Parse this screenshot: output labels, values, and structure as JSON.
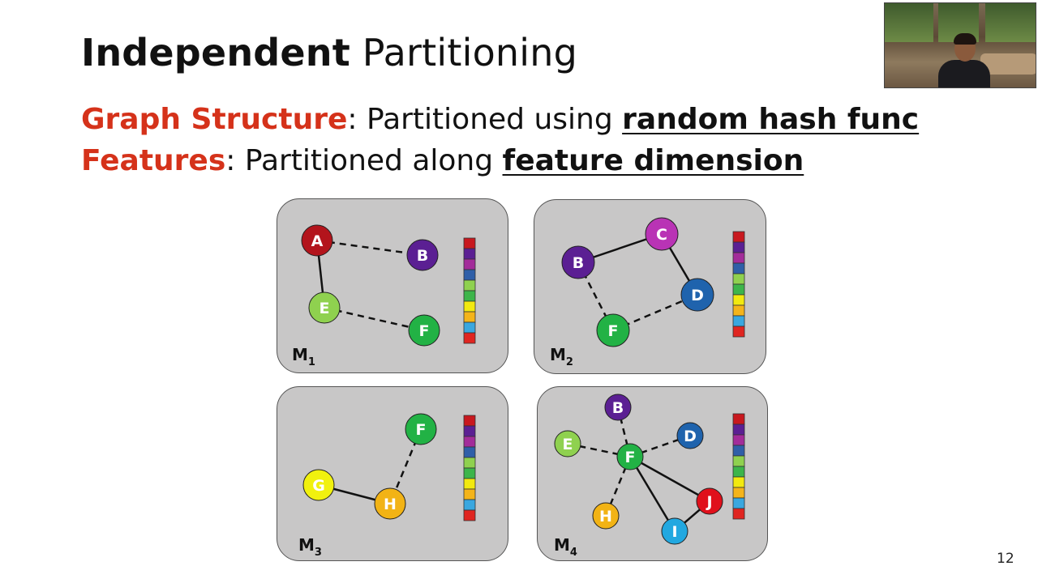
{
  "slide": {
    "title_bold": "Independent",
    "title_rest": " Partitioning",
    "line1": {
      "label": "Graph Structure",
      "text": ": Partitioned using ",
      "emph": "random hash func"
    },
    "line2": {
      "label": "Features",
      "text": ": Partitioned along ",
      "emph": "feature dimension"
    },
    "page_number": "12"
  },
  "colors": {
    "accent_red": "#d5321a",
    "panel_bg": "#c8c7c7",
    "nodes": {
      "A": "#b3141c",
      "B": "#5b1f93",
      "C": "#b933b5",
      "D": "#1f63ad",
      "E": "#8fd14f",
      "F": "#22b245",
      "G": "#f1f10e",
      "H": "#f2b315",
      "I": "#22a8e0",
      "J": "#e0101b"
    },
    "feature_bar": [
      "#c8181e",
      "#5b1f93",
      "#a32c9a",
      "#2f5fa8",
      "#8fd14f",
      "#3db54a",
      "#f2e90f",
      "#f4b41a",
      "#3aa7df",
      "#e02520"
    ]
  },
  "machines": [
    {
      "name": "M",
      "sub": "1",
      "nodes": [
        {
          "id": "A",
          "label": "A"
        },
        {
          "id": "B",
          "label": "B"
        },
        {
          "id": "E",
          "label": "E"
        },
        {
          "id": "F",
          "label": "F"
        }
      ],
      "edges": [
        {
          "from": "A",
          "to": "B",
          "dashed": true
        },
        {
          "from": "A",
          "to": "E",
          "dashed": false
        },
        {
          "from": "E",
          "to": "F",
          "dashed": true
        }
      ]
    },
    {
      "name": "M",
      "sub": "2",
      "nodes": [
        {
          "id": "B",
          "label": "B"
        },
        {
          "id": "C",
          "label": "C"
        },
        {
          "id": "D",
          "label": "D"
        },
        {
          "id": "F",
          "label": "F"
        }
      ],
      "edges": [
        {
          "from": "B",
          "to": "C",
          "dashed": false
        },
        {
          "from": "C",
          "to": "D",
          "dashed": false
        },
        {
          "from": "B",
          "to": "F",
          "dashed": true
        },
        {
          "from": "F",
          "to": "D",
          "dashed": true
        }
      ]
    },
    {
      "name": "M",
      "sub": "3",
      "nodes": [
        {
          "id": "F",
          "label": "F"
        },
        {
          "id": "G",
          "label": "G"
        },
        {
          "id": "H",
          "label": "H"
        }
      ],
      "edges": [
        {
          "from": "F",
          "to": "H",
          "dashed": true
        },
        {
          "from": "G",
          "to": "H",
          "dashed": false
        }
      ]
    },
    {
      "name": "M",
      "sub": "4",
      "nodes": [
        {
          "id": "B",
          "label": "B"
        },
        {
          "id": "E",
          "label": "E"
        },
        {
          "id": "F",
          "label": "F"
        },
        {
          "id": "D",
          "label": "D"
        },
        {
          "id": "H",
          "label": "H"
        },
        {
          "id": "J",
          "label": "J"
        },
        {
          "id": "I",
          "label": "I"
        }
      ],
      "edges": [
        {
          "from": "F",
          "to": "B",
          "dashed": true
        },
        {
          "from": "F",
          "to": "E",
          "dashed": true
        },
        {
          "from": "F",
          "to": "D",
          "dashed": true
        },
        {
          "from": "F",
          "to": "H",
          "dashed": true
        },
        {
          "from": "F",
          "to": "J",
          "dashed": false
        },
        {
          "from": "F",
          "to": "I",
          "dashed": false
        },
        {
          "from": "J",
          "to": "I",
          "dashed": false
        }
      ]
    }
  ]
}
